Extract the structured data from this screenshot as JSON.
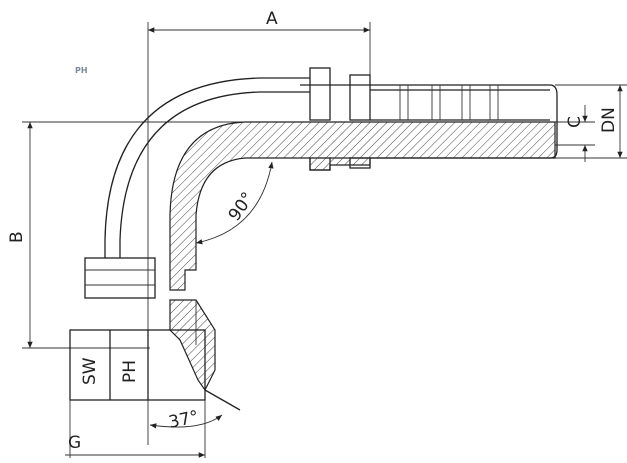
{
  "logo": "PH",
  "labels": {
    "A": "A",
    "B": "B",
    "C": "C",
    "DN": "DN",
    "SW": "SW",
    "PH": "PH",
    "G": "G",
    "angle_bend": "90°",
    "angle_cone": "37°"
  }
}
